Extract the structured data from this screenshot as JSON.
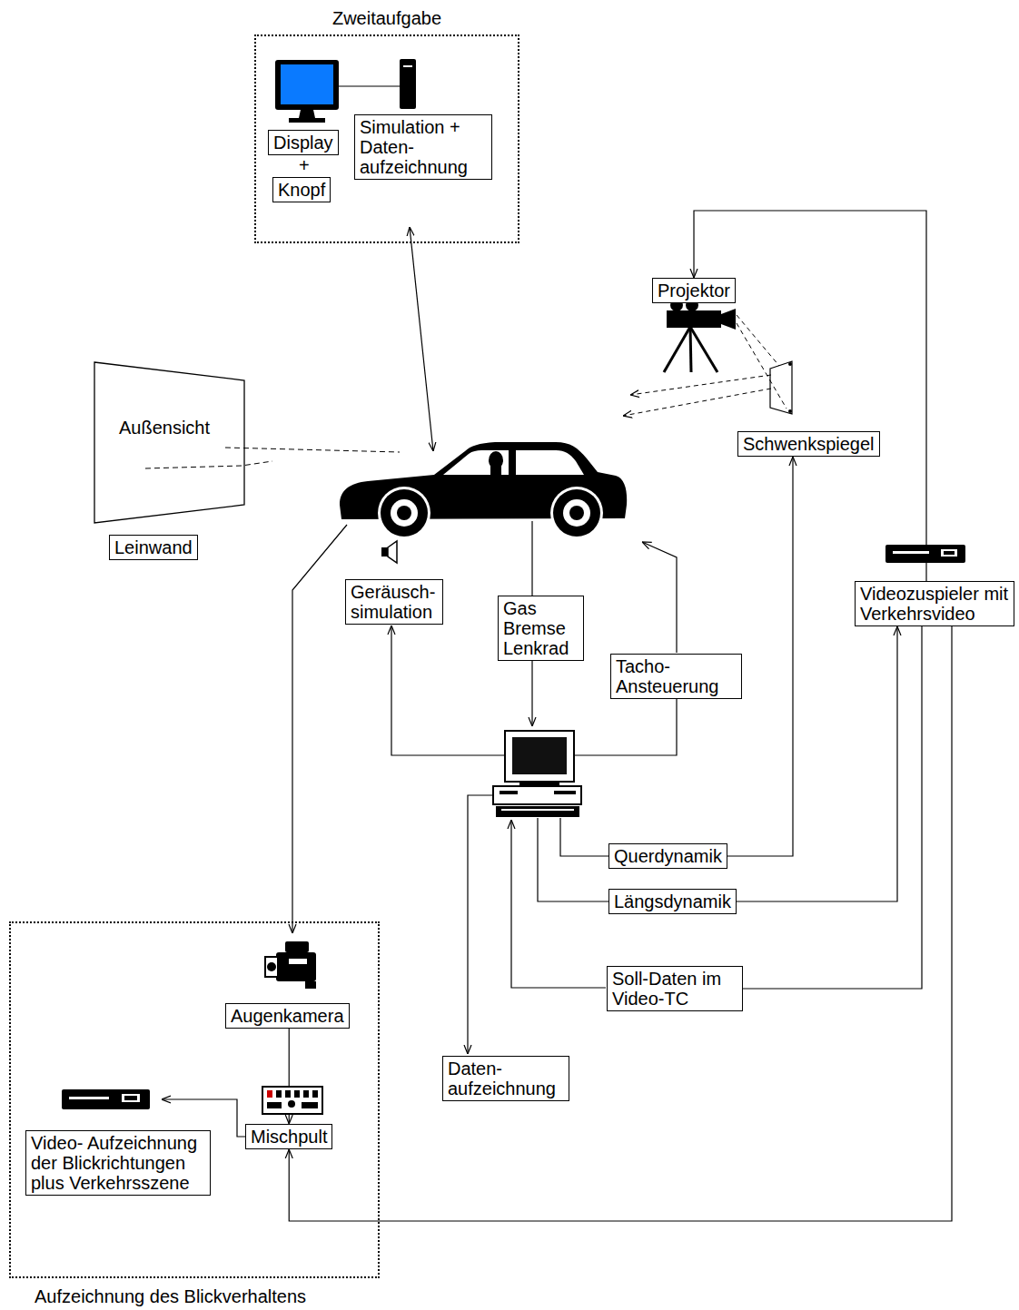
{
  "diagram": {
    "nodes": [
      {
        "text": [
          "Zweitaufgabe"
        ]
      },
      {
        "text": [
          "Display"
        ],
        "in": 0
      },
      {
        "text": [
          "Knopf"
        ],
        "in": 0
      },
      {
        "text": [
          "Simulation + Daten- aufzeichnung"
        ],
        "in": 0
      },
      {
        "text": [
          "Projektor"
        ]
      },
      {
        "text": [
          "Außensicht"
        ]
      },
      {
        "text": [
          "Schwenkspiegel"
        ]
      },
      {
        "text": [
          "Leinwand"
        ]
      },
      {
        "text": [
          "Geräusch- simulation"
        ]
      },
      {
        "text": [
          "Gas Bremse Lenkrad"
        ]
      },
      {
        "text": [
          "Videozuspieler mit Verkehrsvideo"
        ]
      },
      {
        "text": [
          "Tacho- Ansteuerung"
        ]
      },
      {
        "text": [
          "Querdynamik"
        ]
      },
      {
        "text": [
          "Längsdynamik"
        ]
      },
      {
        "text": [
          "Aufzeichnung des Blickverhaltens"
        ]
      },
      {
        "text": [
          "Soll-Daten im Video-TC"
        ]
      },
      {
        "text": [
          "Augenkamera"
        ],
        "in": 14
      },
      {
        "text": [
          "Daten- aufzeichnung"
        ]
      },
      {
        "text": [
          "Mischpult"
        ],
        "in": 14
      },
      {
        "text": [
          "Video- Aufzeichnung der Blickrichtungen plus Verkehrsszene"
        ],
        "in": 14
      }
    ],
    "edges": [
      {
        "from": 12,
        "to": 6,
        "arrow": "to"
      },
      {
        "from": 13,
        "to": 10,
        "arrow": "to"
      },
      {
        "from": 10,
        "to": 15,
        "arrow": "none"
      },
      {
        "from": 10,
        "to": 4,
        "arrow": "to"
      },
      {
        "from": 10,
        "to": 18,
        "arrow": "to"
      },
      {
        "from": 16,
        "to": 18,
        "arrow": "to"
      },
      {
        "from": 18,
        "to": 19,
        "arrow": "to"
      }
    ],
    "labels": [
      "+"
    ]
  }
}
